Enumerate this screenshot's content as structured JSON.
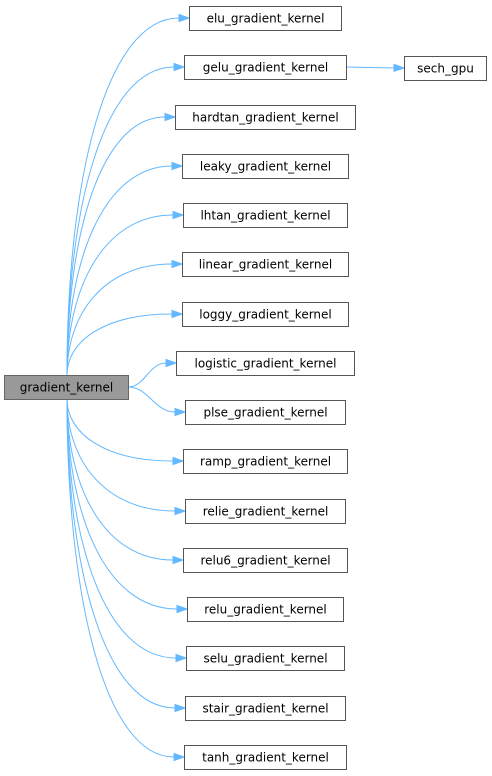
{
  "root": {
    "id": "gradient_kernel",
    "label": "gradient_kernel"
  },
  "nodes": [
    {
      "id": "elu_gradient_kernel",
      "label": "elu_gradient_kernel"
    },
    {
      "id": "gelu_gradient_kernel",
      "label": "gelu_gradient_kernel"
    },
    {
      "id": "sech_gpu",
      "label": "sech_gpu"
    },
    {
      "id": "hardtan_gradient_kernel",
      "label": "hardtan_gradient_kernel"
    },
    {
      "id": "leaky_gradient_kernel",
      "label": "leaky_gradient_kernel"
    },
    {
      "id": "lhtan_gradient_kernel",
      "label": "lhtan_gradient_kernel"
    },
    {
      "id": "linear_gradient_kernel",
      "label": "linear_gradient_kernel"
    },
    {
      "id": "loggy_gradient_kernel",
      "label": "loggy_gradient_kernel"
    },
    {
      "id": "logistic_gradient_kernel",
      "label": "logistic_gradient_kernel"
    },
    {
      "id": "plse_gradient_kernel",
      "label": "plse_gradient_kernel"
    },
    {
      "id": "ramp_gradient_kernel",
      "label": "ramp_gradient_kernel"
    },
    {
      "id": "relie_gradient_kernel",
      "label": "relie_gradient_kernel"
    },
    {
      "id": "relu6_gradient_kernel",
      "label": "relu6_gradient_kernel"
    },
    {
      "id": "relu_gradient_kernel",
      "label": "relu_gradient_kernel"
    },
    {
      "id": "selu_gradient_kernel",
      "label": "selu_gradient_kernel"
    },
    {
      "id": "stair_gradient_kernel",
      "label": "stair_gradient_kernel"
    },
    {
      "id": "tanh_gradient_kernel",
      "label": "tanh_gradient_kernel"
    }
  ],
  "edges": [
    {
      "from": "gradient_kernel",
      "to": "elu_gradient_kernel"
    },
    {
      "from": "gradient_kernel",
      "to": "gelu_gradient_kernel"
    },
    {
      "from": "gelu_gradient_kernel",
      "to": "sech_gpu"
    },
    {
      "from": "gradient_kernel",
      "to": "hardtan_gradient_kernel"
    },
    {
      "from": "gradient_kernel",
      "to": "leaky_gradient_kernel"
    },
    {
      "from": "gradient_kernel",
      "to": "lhtan_gradient_kernel"
    },
    {
      "from": "gradient_kernel",
      "to": "linear_gradient_kernel"
    },
    {
      "from": "gradient_kernel",
      "to": "loggy_gradient_kernel"
    },
    {
      "from": "gradient_kernel",
      "to": "logistic_gradient_kernel"
    },
    {
      "from": "gradient_kernel",
      "to": "plse_gradient_kernel"
    },
    {
      "from": "gradient_kernel",
      "to": "ramp_gradient_kernel"
    },
    {
      "from": "gradient_kernel",
      "to": "relie_gradient_kernel"
    },
    {
      "from": "gradient_kernel",
      "to": "relu6_gradient_kernel"
    },
    {
      "from": "gradient_kernel",
      "to": "relu_gradient_kernel"
    },
    {
      "from": "gradient_kernel",
      "to": "selu_gradient_kernel"
    },
    {
      "from": "gradient_kernel",
      "to": "stair_gradient_kernel"
    },
    {
      "from": "gradient_kernel",
      "to": "tanh_gradient_kernel"
    }
  ],
  "colors": {
    "edge": "#63b8ff",
    "root_fill": "#999999",
    "node_fill": "#ffffff",
    "node_border": "#555555"
  }
}
